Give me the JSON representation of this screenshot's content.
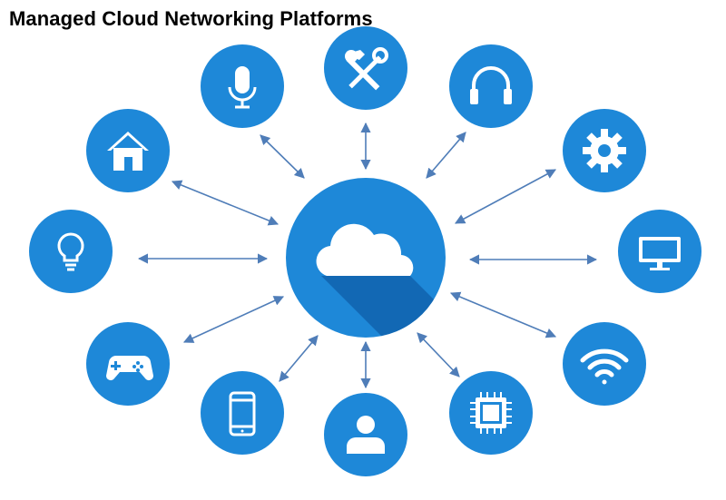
{
  "title": "Managed Cloud Networking Platforms",
  "colors": {
    "node": "#1e88d8",
    "arrow": "#4f7db8",
    "glyph": "#ffffff",
    "shadow": "#0f5ea8"
  },
  "hub": {
    "icon": "cloud-icon"
  },
  "nodes": [
    {
      "name": "microphone",
      "icon": "microphone-icon"
    },
    {
      "name": "tools",
      "icon": "hammer-wrench-icon"
    },
    {
      "name": "headphones",
      "icon": "headphones-icon"
    },
    {
      "name": "home",
      "icon": "house-icon"
    },
    {
      "name": "settings",
      "icon": "gear-icon"
    },
    {
      "name": "light",
      "icon": "lightbulb-icon"
    },
    {
      "name": "monitor",
      "icon": "monitor-icon"
    },
    {
      "name": "gamepad",
      "icon": "gamepad-icon"
    },
    {
      "name": "wifi",
      "icon": "wifi-icon"
    },
    {
      "name": "phone",
      "icon": "smartphone-icon"
    },
    {
      "name": "user",
      "icon": "user-icon"
    },
    {
      "name": "chip",
      "icon": "microchip-icon"
    }
  ]
}
